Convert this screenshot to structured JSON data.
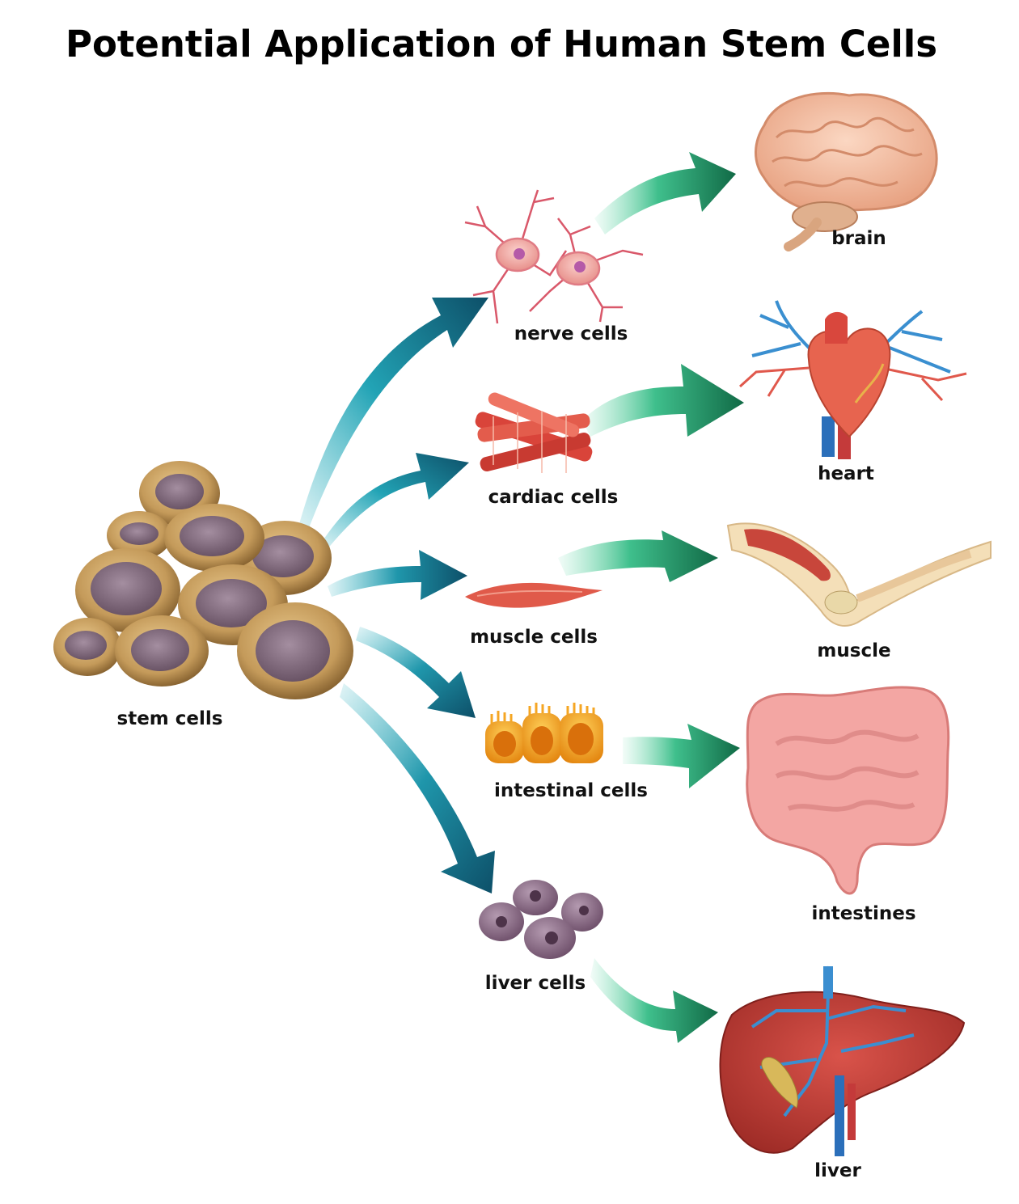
{
  "title": "Potential Application of Human Stem Cells",
  "source": {
    "label": "stem cells"
  },
  "cells": [
    {
      "label": "nerve cells",
      "organ": "brain"
    },
    {
      "label": "cardiac cells",
      "organ": "heart"
    },
    {
      "label": "muscle cells",
      "organ": "muscle"
    },
    {
      "label": "intestinal cells",
      "organ": "intestines"
    },
    {
      "label": "liver cells",
      "organ": "liver"
    }
  ],
  "colors": {
    "arrow_teal_dark": "#0d4f68",
    "arrow_teal_light": "#3fb9c6",
    "arrow_green_dark": "#116a46",
    "arrow_green_light": "#3fbf8c",
    "stem_cell_body": "#c49a5a",
    "stem_cell_nucleus": "#8a7386"
  }
}
